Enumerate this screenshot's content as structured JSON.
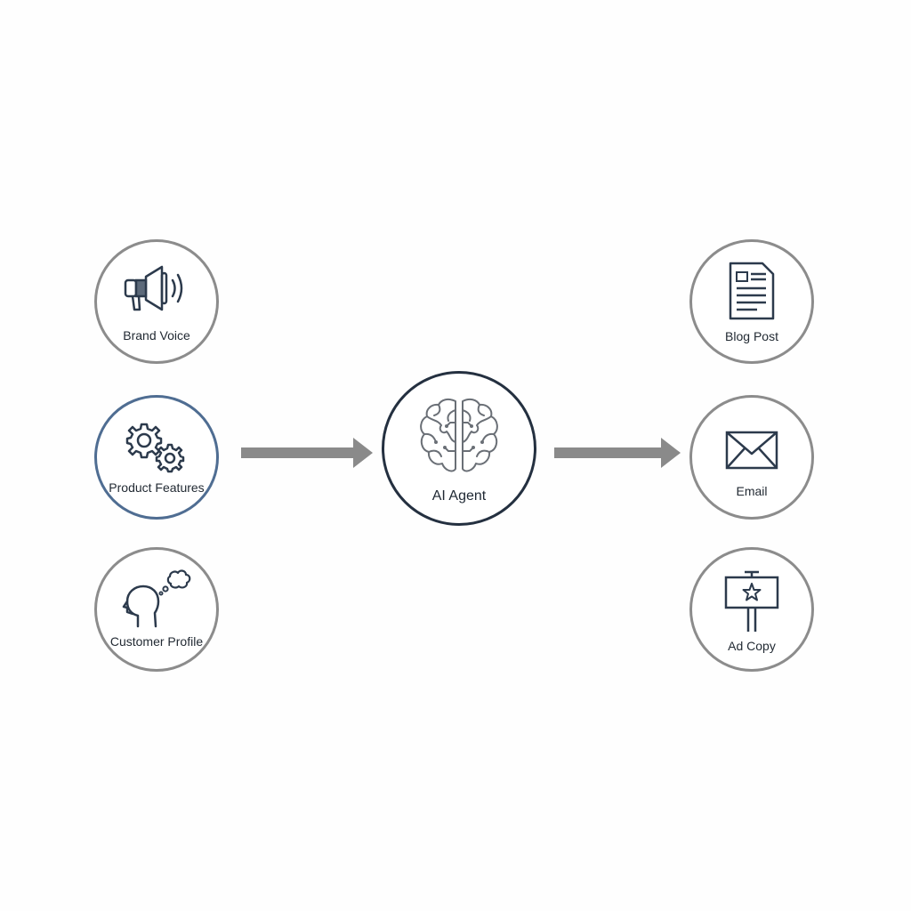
{
  "inputs": [
    {
      "label": "Brand Voice",
      "icon": "megaphone-icon"
    },
    {
      "label": "Product Features",
      "icon": "gears-icon"
    },
    {
      "label": "Customer Profile",
      "icon": "person-thought-icon"
    }
  ],
  "center": {
    "label": "AI Agent",
    "icon": "brain-icon"
  },
  "outputs": [
    {
      "label": "Blog Post",
      "icon": "document-icon"
    },
    {
      "label": "Email",
      "icon": "envelope-icon"
    },
    {
      "label": "Ad Copy",
      "icon": "billboard-star-icon"
    }
  ],
  "colors": {
    "node_border": "#8c8c8c",
    "highlight_border": "#4f6d92",
    "center_border": "#243040",
    "arrow": "#8a8a8a",
    "icon_stroke": "#2c3a4c"
  }
}
